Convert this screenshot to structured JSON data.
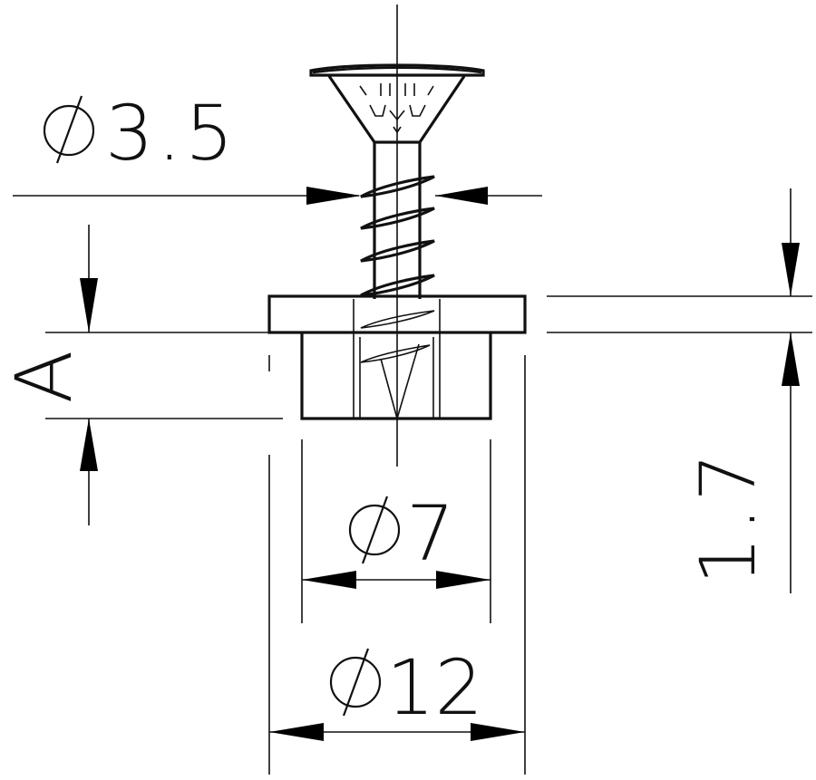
{
  "dimensions": {
    "screw_diameter": {
      "symbol": "Ø",
      "value": "3.5"
    },
    "hole_diameter": {
      "symbol": "Ø",
      "value": "7"
    },
    "collar_diameter": {
      "symbol": "Ø",
      "value": "12"
    },
    "collar_thickness": {
      "value": "1.7"
    },
    "depth": {
      "value": "A"
    }
  }
}
